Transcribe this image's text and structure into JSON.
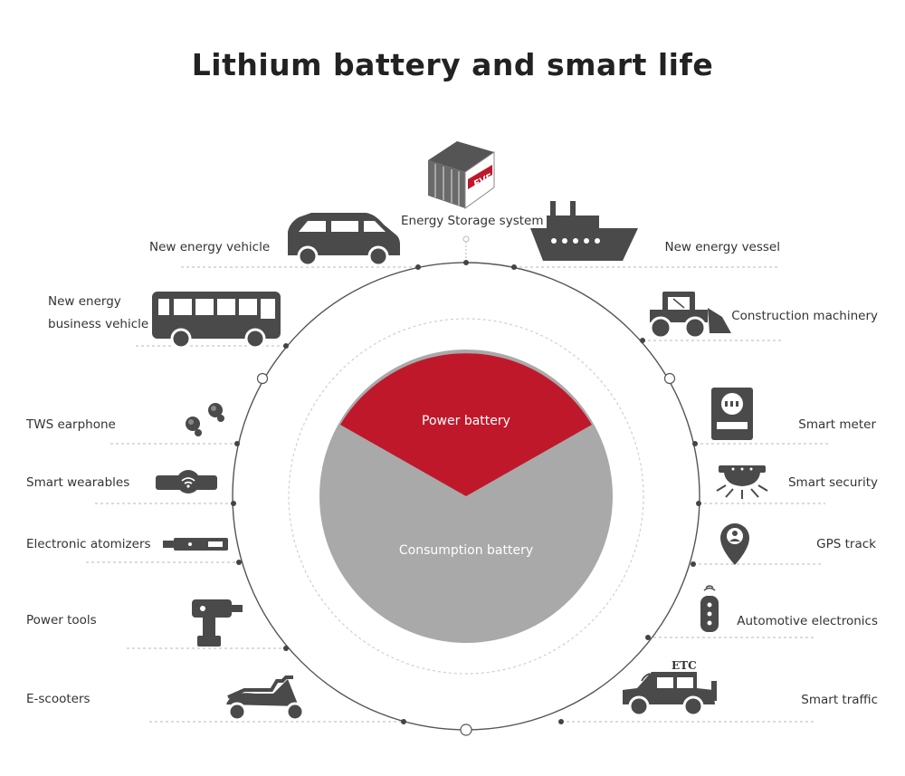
{
  "title": "Lithium battery and smart life",
  "center": {
    "power_label": "Power battery",
    "consumption_label": "Consumption battery",
    "colors": {
      "power": "#c0182b",
      "consumption": "#a9a9a9",
      "icon": "#4a4a4a"
    }
  },
  "top": {
    "label": "Energy Storage system",
    "logo_text": "EVE"
  },
  "left_items": [
    {
      "label": "New energy vehicle"
    },
    {
      "label_line1": "New energy",
      "label_line2": "business vehicle"
    },
    {
      "label": "TWS earphone"
    },
    {
      "label": "Smart wearables"
    },
    {
      "label": "Electronic atomizers"
    },
    {
      "label": "Power tools"
    },
    {
      "label": "E-scooters"
    }
  ],
  "right_items": [
    {
      "label": "New energy vessel"
    },
    {
      "label": "Construction machinery"
    },
    {
      "label": "Smart meter"
    },
    {
      "label": "Smart security"
    },
    {
      "label": "GPS track"
    },
    {
      "label": "Automotive electronics"
    },
    {
      "label": "Smart traffic",
      "badge": "ETC"
    }
  ]
}
